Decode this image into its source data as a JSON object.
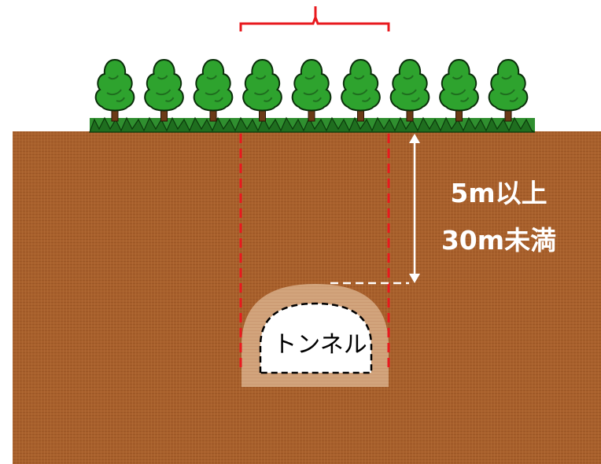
{
  "labels": {
    "depth_line1": "5m以上",
    "depth_line2": "30m未満",
    "tunnel": "トンネル"
  },
  "colors": {
    "soil": "#a8602c",
    "soil_texture": "#8e4a1c",
    "tunnel_zone": "#d2a47c",
    "tree_foliage": "#2ea32e",
    "tree_dark": "#1f6e1f",
    "boundary": "#e8191e",
    "annotation": "#ffffff"
  },
  "icons": {
    "tree": "conifer-tree-icon"
  },
  "trees_count": 9
}
